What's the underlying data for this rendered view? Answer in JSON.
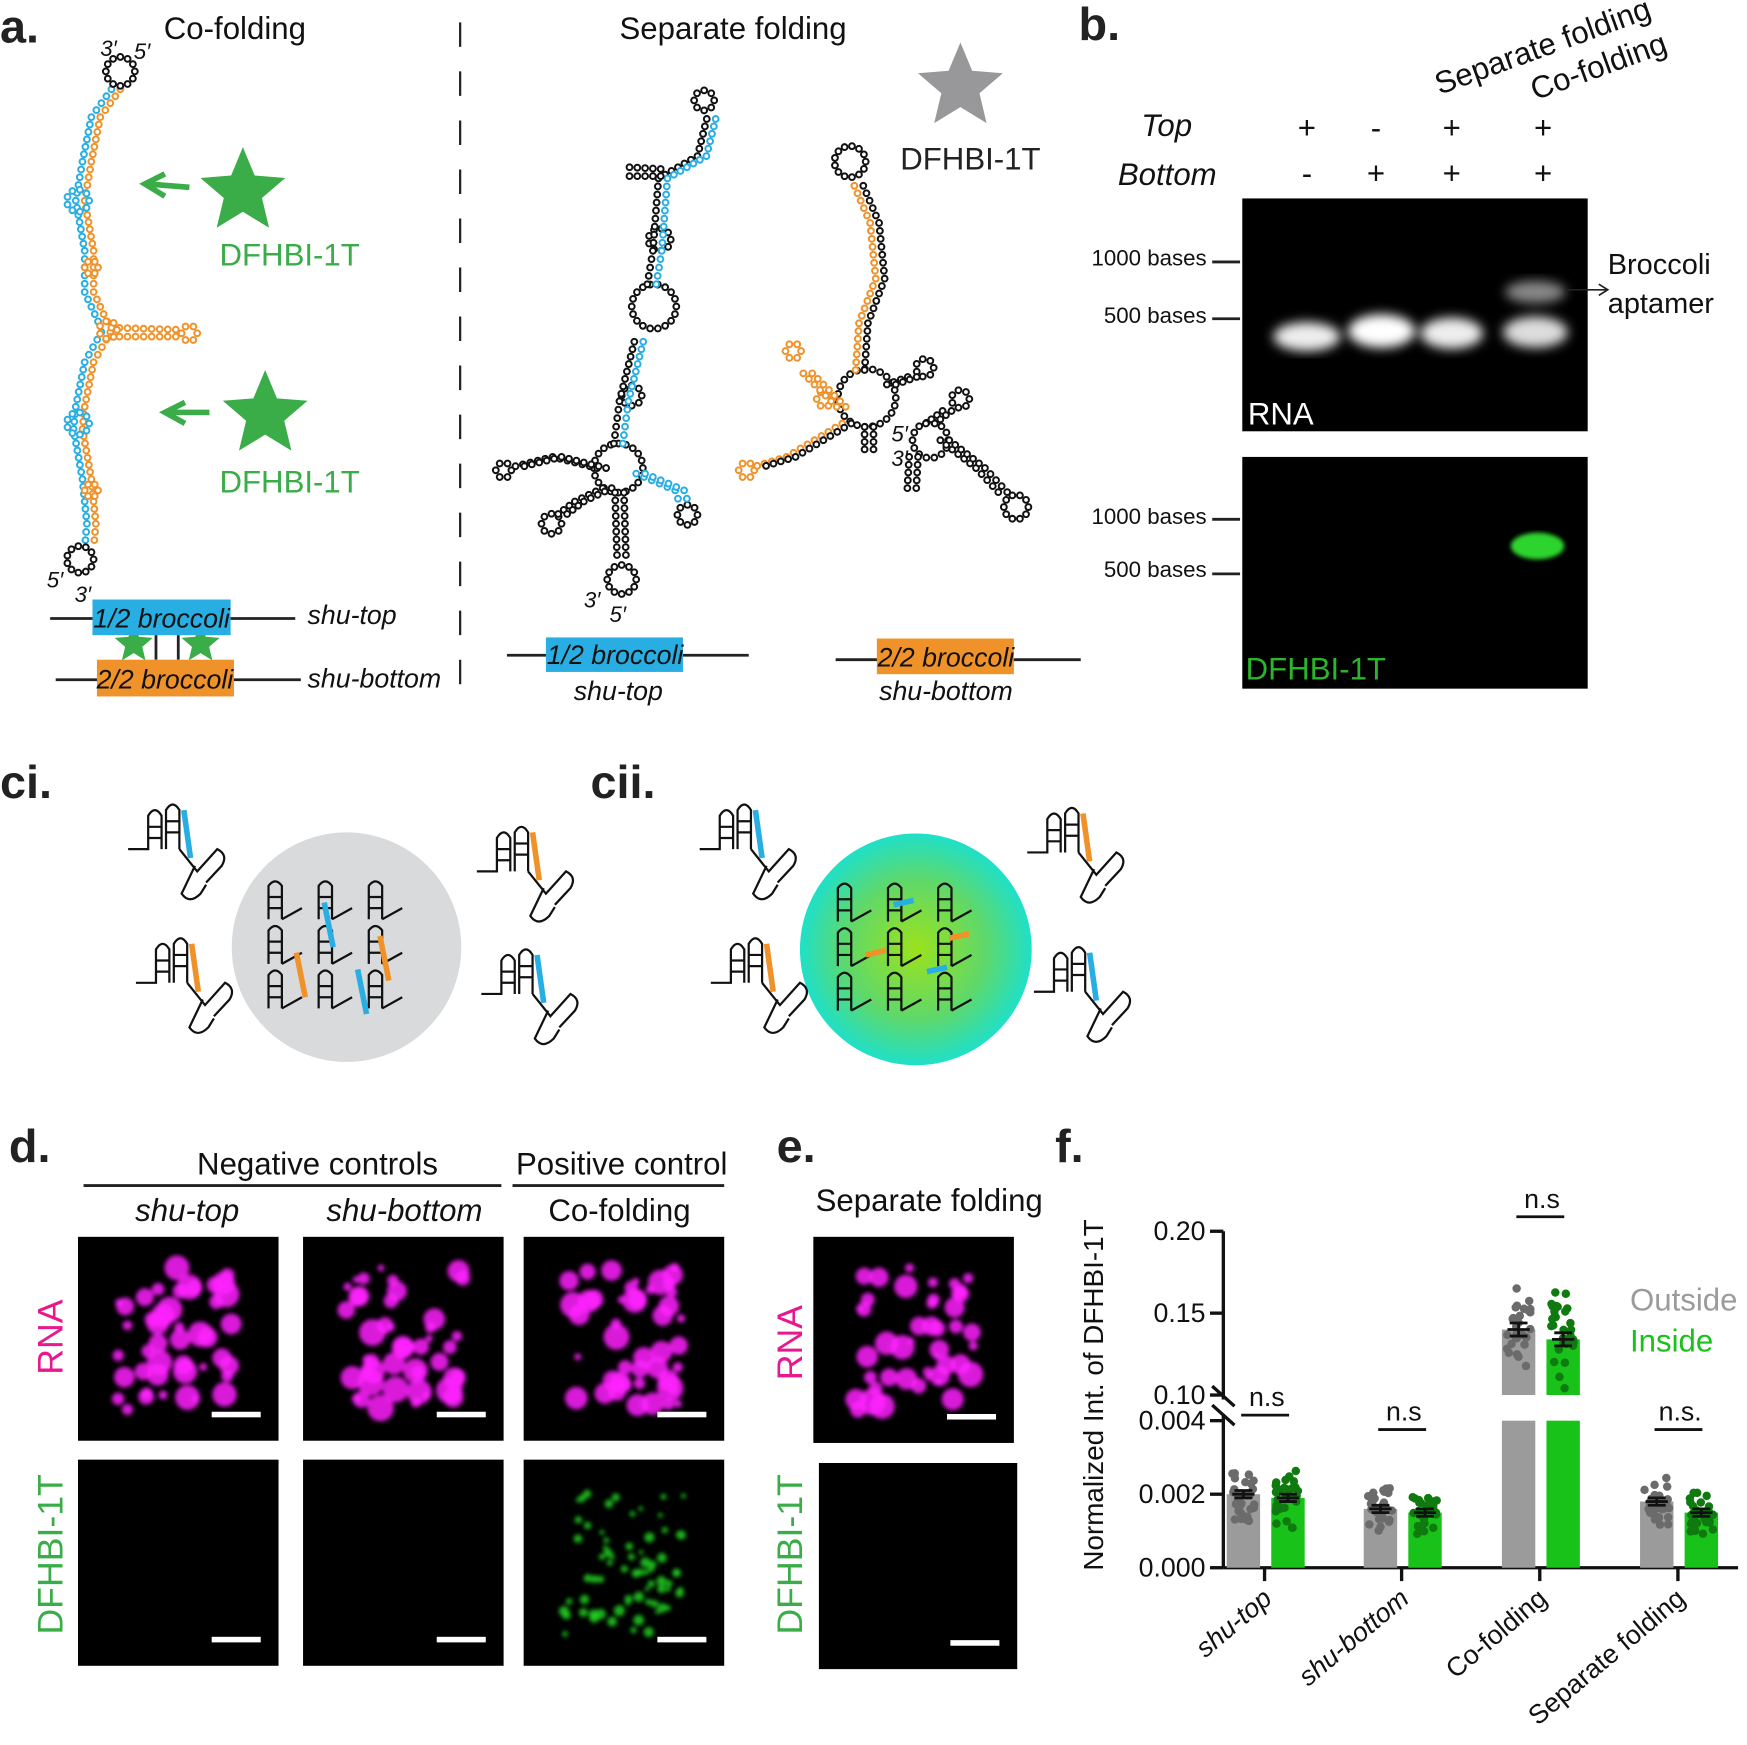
{
  "colors": {
    "blue": "#29aee3",
    "orange": "#f0922a",
    "green": "#3aac48",
    "gray": "#9a9a9c",
    "magenta": "#ff1dff",
    "bright_green": "#1cc81c",
    "outside": "#9b9b9b",
    "inside": "#19c219"
  },
  "panel_a": {
    "label": "a.",
    "cofolding_title": "Co-folding",
    "separate_title": "Separate folding",
    "prime3": "3′",
    "prime5": "5′",
    "dye": "DFHBI-1T",
    "half1": "1/2 broccoli",
    "half2": "2/2 broccoli",
    "shu_top": "shu-top",
    "shu_bottom": "shu-bottom"
  },
  "panel_b": {
    "label": "b.",
    "lane_separate": "Separate folding",
    "lane_cofolding": "Co-folding",
    "row_top": "Top",
    "row_bottom": "Bottom",
    "top_signs": [
      "+",
      "-",
      "+",
      "+"
    ],
    "bottom_signs": [
      "-",
      "+",
      "+",
      "+"
    ],
    "ladder_1000": "1000 bases",
    "ladder_500": "500 bases",
    "aptamer_line1": "Broccoli",
    "aptamer_line2": "aptamer",
    "gel_rna": "RNA",
    "gel_dye": "DFHBI-1T"
  },
  "panel_c": {
    "label_i": "ci.",
    "label_ii": "cii."
  },
  "panel_d": {
    "label": "d.",
    "negative": "Negative controls",
    "positive": "Positive control",
    "cols": [
      "shu-top",
      "shu-bottom",
      "Co-folding"
    ],
    "row_rna": "RNA",
    "row_dye": "DFHBI-1T"
  },
  "panel_e": {
    "label": "e.",
    "title": "Separate folding",
    "row_rna": "RNA",
    "row_dye": "DFHBI-1T"
  },
  "chart_data": {
    "type": "bar",
    "label": "f.",
    "ylabel": "Normalized Int. of DFHBI-1T",
    "y_axis_break": true,
    "ylim_lower": [
      0,
      0.004
    ],
    "ylim_upper": [
      0.1,
      0.2
    ],
    "yticks_lower": [
      "0.000",
      "0.002",
      "0.004"
    ],
    "yticks_upper": [
      "0.10",
      "0.15",
      "0.20"
    ],
    "categories": [
      "shu-top",
      "shu-bottom",
      "Co-folding",
      "Separate folding"
    ],
    "series": [
      {
        "name": "Outside",
        "color": "#9b9b9b",
        "values": [
          0.002,
          0.0016,
          0.14,
          0.0018
        ],
        "sem": [
          0.0001,
          0.0001,
          0.004,
          0.0001
        ]
      },
      {
        "name": "Inside",
        "color": "#19c219",
        "values": [
          0.0019,
          0.0015,
          0.134,
          0.0015
        ],
        "sem": [
          0.0001,
          0.0001,
          0.004,
          0.0001
        ]
      }
    ],
    "significance": [
      "n.s",
      "n.s",
      "n.s",
      "n.s."
    ],
    "legend": "right"
  }
}
